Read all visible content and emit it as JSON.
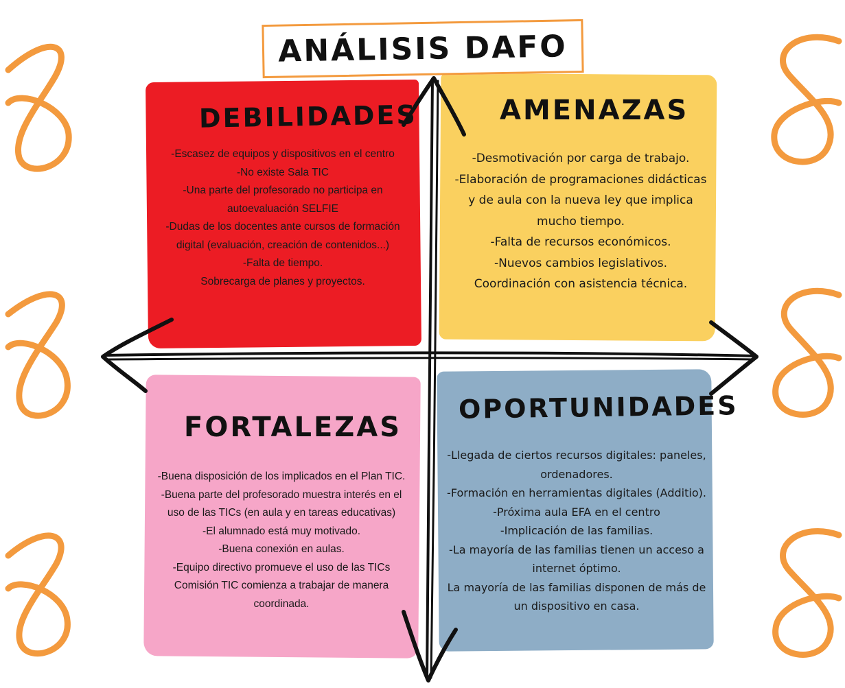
{
  "title": "ANÁLISIS DAFO",
  "colors": {
    "debilidades": "#ec1c24",
    "amenazas": "#fad05f",
    "fortalezas": "#f6a6c8",
    "oportunidades": "#8eadc6",
    "decor_orange": "#f39a3e",
    "ink": "#111111"
  },
  "quadrants": {
    "debilidades": {
      "heading": "DEBILIDADES",
      "items": [
        "-Escasez de equipos y dispositivos en el centro",
        "-No existe Sala TIC",
        "-Una parte del profesorado no participa en autoevaluación SELFIE",
        "-Dudas de los docentes ante cursos de formación digital (evaluación, creación de contenidos...)",
        "-Falta de tiempo.",
        "Sobrecarga de planes y proyectos."
      ]
    },
    "amenazas": {
      "heading": "AMENAZAS",
      "items": [
        "-Desmotivación por carga de trabajo.",
        "-Elaboración de programaciones didácticas y de aula con la nueva ley que implica mucho tiempo.",
        "-Falta de recursos económicos.",
        "-Nuevos cambios legislativos.",
        "Coordinación con asistencia técnica."
      ]
    },
    "fortalezas": {
      "heading": "FORTALEZAS",
      "items": [
        "-Buena disposición de los implicados en el Plan TIC.",
        "-Buena parte del profesorado muestra interés en el uso de las TICs (en aula y en tareas educativas)",
        "-El alumnado está muy motivado.",
        "-Buena conexión en aulas.",
        "-Equipo directivo promueve el uso de las TICs",
        "Comisión TIC comienza a trabajar de manera coordinada."
      ]
    },
    "oportunidades": {
      "heading": "OPORTUNIDADES",
      "items": [
        "-Llegada de ciertos recursos digitales: paneles, ordenadores.",
        "-Formación en herramientas digitales (Additio).",
        "-Próxima aula EFA en el centro",
        "-Implicación de las familias.",
        "-La mayoría de las familias tienen un acceso a internet óptimo.",
        "La mayoría de las familias disponen de más de un dispositivo en casa."
      ]
    }
  }
}
